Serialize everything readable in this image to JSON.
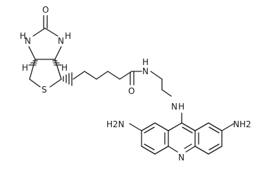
{
  "molecule": {
    "atoms": {
      "carbonyl_o": "O",
      "urea_n_left": "N",
      "urea_h_left": "H",
      "urea_n_right": "N",
      "urea_h_right": "H",
      "stereo_h_left": "H",
      "stereo_h_right": "H",
      "thiophane_s": "S",
      "amide_o": "O",
      "amide_n": "N",
      "amide_h": "H",
      "amine_n": "N",
      "amine_h": "H",
      "left_amine": "H2N",
      "right_amine": "NH2",
      "ring_n": "N"
    },
    "colors": {
      "bond": "#1a1a1a",
      "label": "#1a1a1a",
      "background": "#ffffff"
    }
  }
}
